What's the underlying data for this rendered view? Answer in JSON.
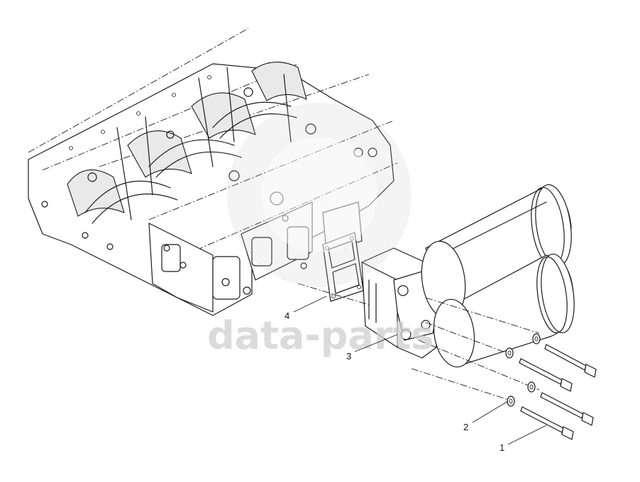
{
  "watermark": {
    "text": "data-parts",
    "color": "#cfcfcf"
  },
  "callouts": [
    {
      "id": "1",
      "label": "1"
    },
    {
      "id": "2",
      "label": "2"
    },
    {
      "id": "3",
      "label": "3"
    },
    {
      "id": "4",
      "label": "4"
    }
  ],
  "colors": {
    "line": "#1a1a1a",
    "background": "#ffffff"
  }
}
